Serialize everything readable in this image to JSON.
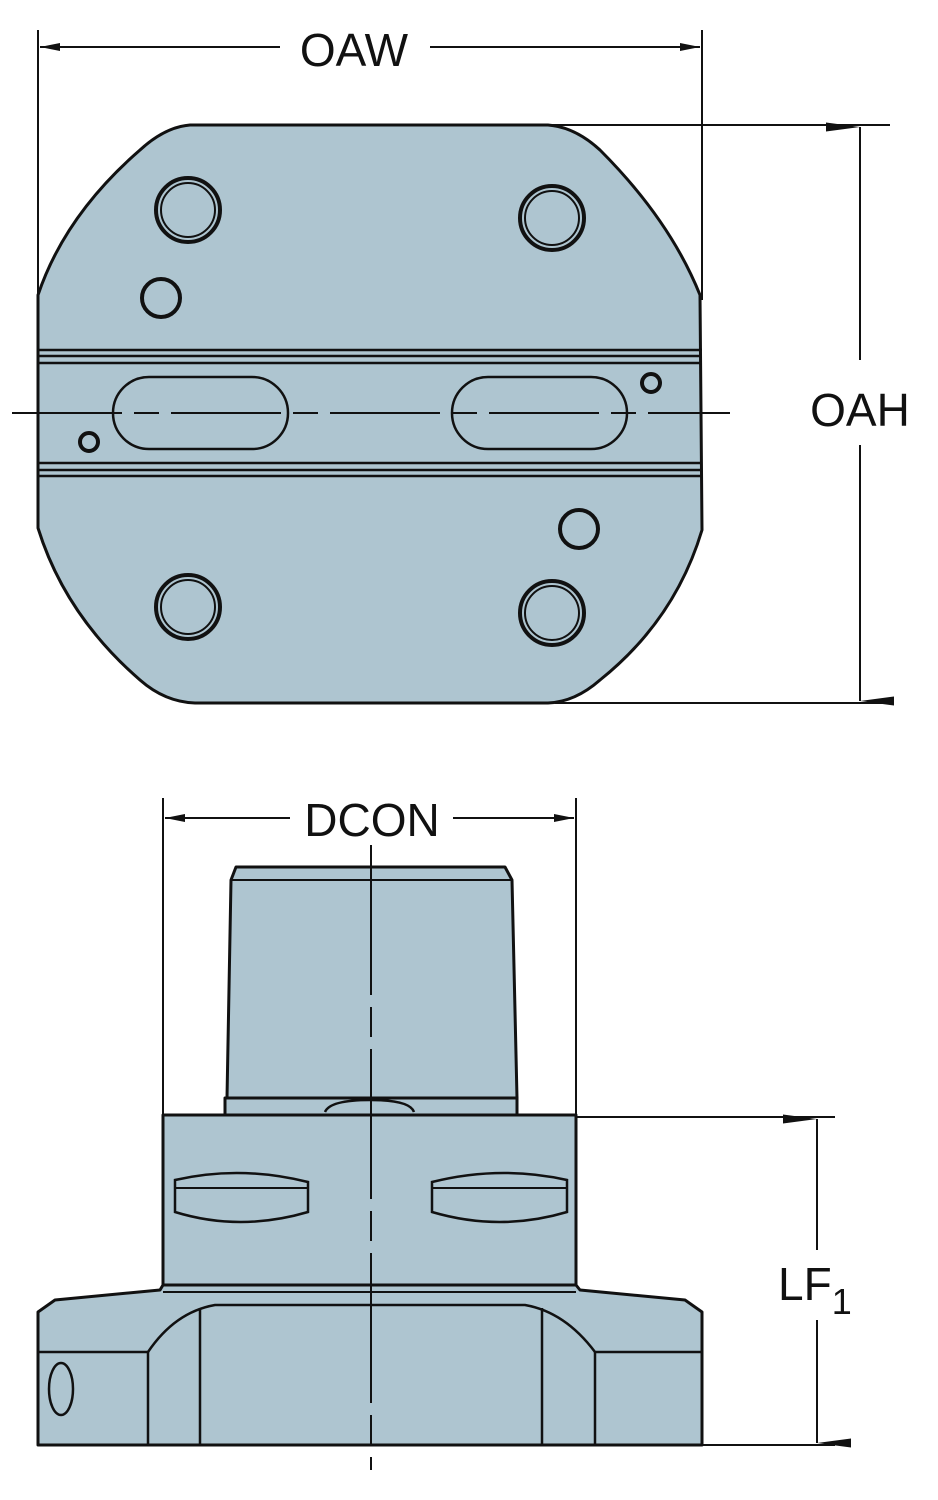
{
  "drawing": {
    "top_view": {
      "width_label": "OAW",
      "height_label": "OAH"
    },
    "side_view": {
      "diameter_label": "DCON",
      "length_label": "LF",
      "length_subscript": "1"
    }
  },
  "colors": {
    "part_fill": "#aec5d0",
    "line": "#111111"
  }
}
